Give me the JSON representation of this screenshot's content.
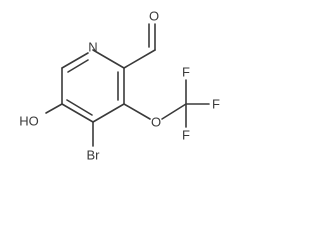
{
  "atoms": {
    "ring_nitrogen": "N",
    "aldehyde_oxygen": "O",
    "ether_oxygen": "O",
    "fluorine_top": "F",
    "fluorine_right": "F",
    "fluorine_bottom": "F",
    "bromine": "Br",
    "hydroxyl": "HO"
  }
}
